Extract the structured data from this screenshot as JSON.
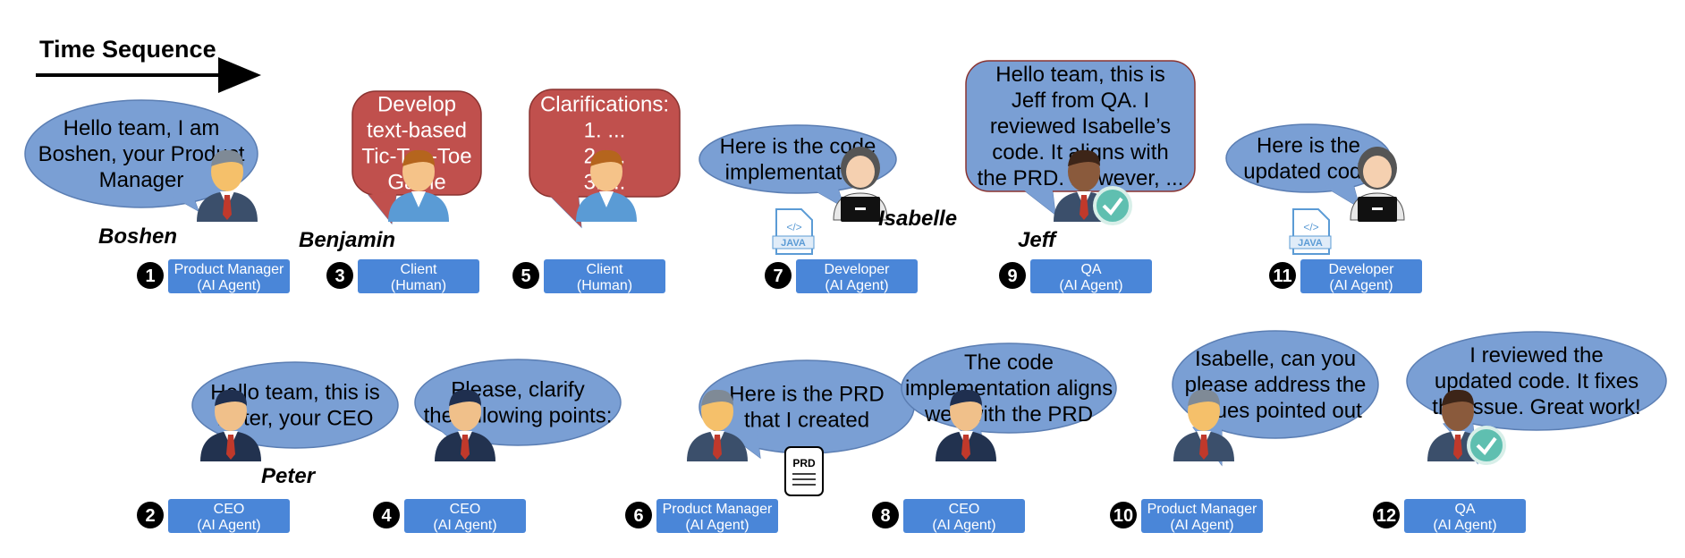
{
  "title": "Time Sequence",
  "colors": {
    "bubble_blue": "#7a9fd4",
    "bubble_red": "#c0504d",
    "role_box": "#4a86d8",
    "step_circle": "#000000"
  },
  "steps": [
    {
      "num": "1",
      "role1": "Product Manager",
      "role2": "(AI Agent)",
      "name": "Boshen",
      "avatar": "pm",
      "bubble": "blue",
      "lines": [
        "Hello team, I am",
        "Boshen, your Product",
        "Manager"
      ]
    },
    {
      "num": "2",
      "role1": "CEO",
      "role2": "(AI Agent)",
      "name": "Peter",
      "avatar": "ceo",
      "bubble": "blue",
      "lines": [
        "Hello team, this is",
        "Peter, your CEO"
      ]
    },
    {
      "num": "3",
      "role1": "Client",
      "role2": "(Human)",
      "name": "Benjamin",
      "avatar": "client",
      "bubble": "red",
      "lines": [
        "Develop",
        "text-based",
        "Tic-Tac-Toe",
        "Game"
      ]
    },
    {
      "num": "4",
      "role1": "CEO",
      "role2": "(AI Agent)",
      "name": "",
      "avatar": "ceo",
      "bubble": "blue",
      "lines": [
        "Please, clarify",
        "the following points:"
      ]
    },
    {
      "num": "5",
      "role1": "Client",
      "role2": "(Human)",
      "name": "",
      "avatar": "client",
      "bubble": "red",
      "lines": [
        "Clarifications:",
        "1. ...",
        "2. ...",
        "3. ..."
      ]
    },
    {
      "num": "6",
      "role1": "Product Manager",
      "role2": "(AI Agent)",
      "name": "",
      "avatar": "pm",
      "bubble": "blue",
      "lines": [
        "Here is the PRD",
        "that I created"
      ],
      "doc_label": "PRD"
    },
    {
      "num": "7",
      "role1": "Developer",
      "role2": "(AI Agent)",
      "name": "Isabelle",
      "avatar": "dev",
      "bubble": "blue",
      "lines": [
        "Here is the code",
        "implementation"
      ],
      "file_label": "JAVA"
    },
    {
      "num": "8",
      "role1": "CEO",
      "role2": "(AI Agent)",
      "name": "",
      "avatar": "ceo",
      "bubble": "blue",
      "lines": [
        "The code",
        "implementation aligns",
        "well with the PRD"
      ]
    },
    {
      "num": "9",
      "role1": "QA",
      "role2": "(AI Agent)",
      "name": "Jeff",
      "avatar": "qa",
      "bubble": "blue",
      "lines": [
        "Hello team, this is",
        "Jeff from QA. I",
        "reviewed Isabelle’s",
        "code. It aligns with",
        "the PRD. However, ..."
      ]
    },
    {
      "num": "10",
      "role1": "Product Manager",
      "role2": "(AI Agent)",
      "name": "",
      "avatar": "pm",
      "bubble": "blue",
      "lines": [
        "Isabelle, can you",
        "please address the",
        "issues pointed out"
      ]
    },
    {
      "num": "11",
      "role1": "Developer",
      "role2": "(AI Agent)",
      "name": "",
      "avatar": "dev",
      "bubble": "blue",
      "lines": [
        "Here is the",
        "updated code"
      ],
      "file_label": "JAVA"
    },
    {
      "num": "12",
      "role1": "QA",
      "role2": "(AI Agent)",
      "name": "",
      "avatar": "qa",
      "bubble": "blue",
      "lines": [
        "I reviewed the",
        "updated code. It fixes",
        "the issue. Great work!"
      ]
    }
  ]
}
